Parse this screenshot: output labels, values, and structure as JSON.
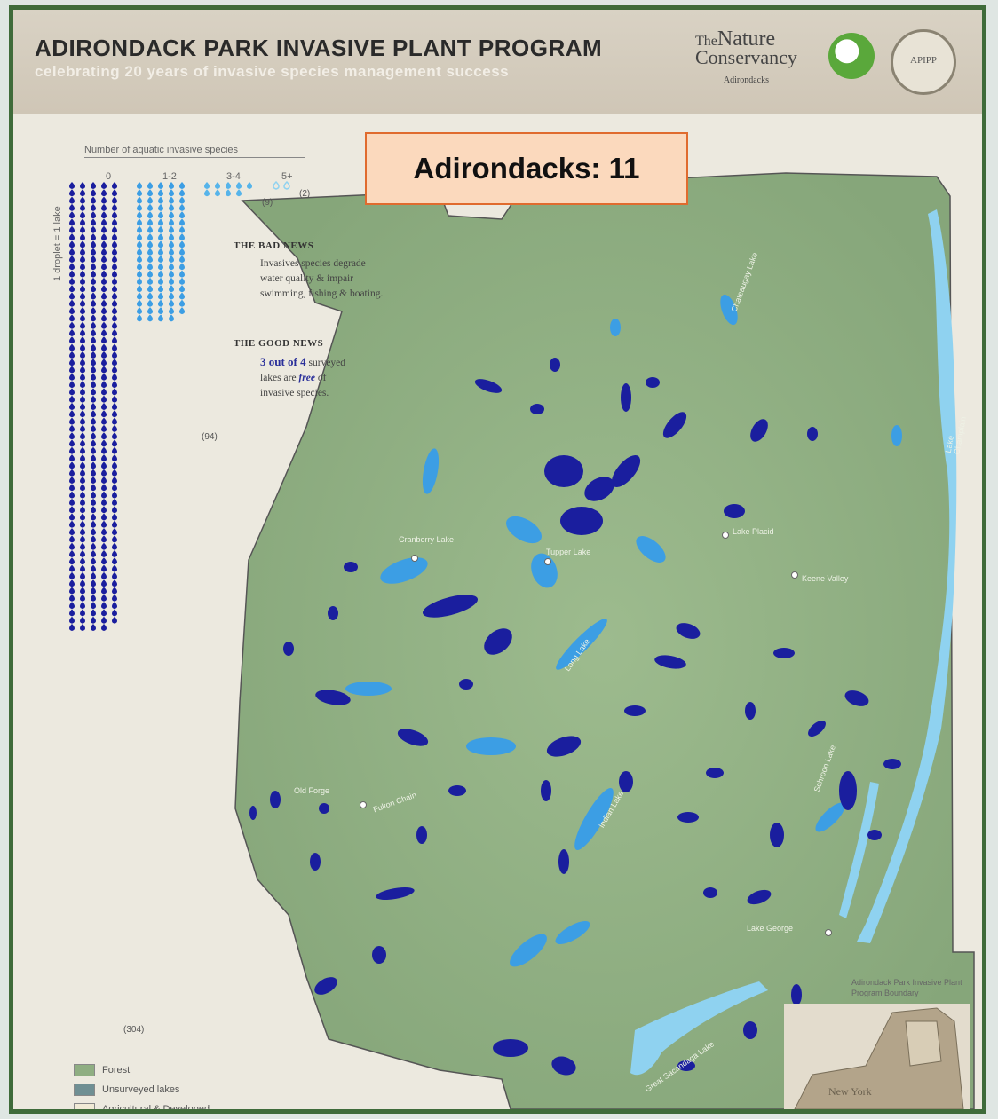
{
  "header": {
    "title": "ADIRONDACK PARK INVASIVE PLANT PROGRAM",
    "subtitle": "celebrating 20 years of invasive species management success"
  },
  "logos": {
    "tnc_line1_small": "The",
    "tnc_line1": "Nature",
    "tnc_line2": "Conservancy",
    "tnc_line3": "Adirondacks",
    "apipp_badge": "APIPP"
  },
  "callout": {
    "text": "Adirondacks: 11"
  },
  "legend": {
    "title": "Number of aquatic invasive species",
    "unit_label": "1 droplet = 1 lake",
    "columns": [
      {
        "label": "0",
        "count_label": "(304)",
        "count": 304
      },
      {
        "label": "1-2",
        "count_label": "(94)",
        "count": 94
      },
      {
        "label": "3-4",
        "count_label": "(9)",
        "count": 9
      },
      {
        "label": "5+",
        "count_label": "(2)",
        "count": 2
      }
    ],
    "colors": {
      "none": "#1a1e9e",
      "few": "#3c9ee4",
      "many": "#56b4ea",
      "most": "#8fd2f0"
    }
  },
  "news": {
    "bad_heading": "THE BAD NEWS",
    "bad_text_1": "Invasives species degrade",
    "bad_text_2": "water quality & impair",
    "bad_text_3": "swimming, fishing & boating.",
    "good_heading": "THE GOOD NEWS",
    "good_bold": "3 out of 4",
    "good_text_1": " surveyed",
    "good_text_2a": "lakes are ",
    "good_italic": "free",
    "good_text_2b": " of",
    "good_text_3": "invasive species."
  },
  "map_labels": {
    "cranberry": "Cranberry Lake",
    "tupper": "Tupper Lake",
    "placid": "Lake Placid",
    "keene": "Keene Valley",
    "old_forge": "Old Forge",
    "fulton": "Fulton Chain",
    "long": "Long Lake",
    "indian": "Indian Lake",
    "schroon": "Schroon Lake",
    "george": "Lake George",
    "sacandaga": "Great Sacandaga Lake",
    "champlain": "Lake Champlain",
    "chateaugay": "Chateaugay Lake",
    "new_york": "New York"
  },
  "map_key": {
    "forest": "Forest",
    "unsurveyed": "Unsurveyed lakes",
    "agricultural": "Agricultural & Developed",
    "boundary": "Adirondack Park Invasive Plant Program Boundary"
  },
  "colors": {
    "forest": "#8fae82",
    "frame": "#3f6b3a",
    "callout_fill": "#fbd9bd",
    "callout_border": "#e06b2e"
  }
}
